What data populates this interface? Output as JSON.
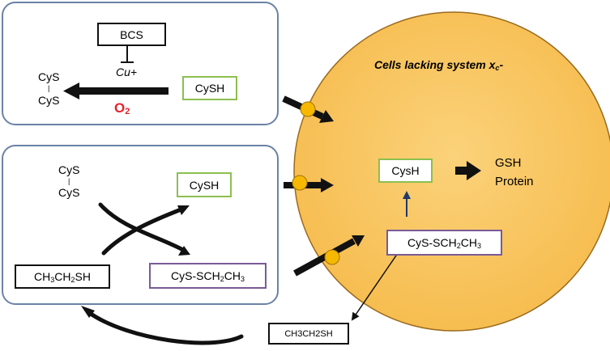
{
  "cell": {
    "title_main": "Cells lacking system x",
    "title_sub": "c",
    "title_end": "-",
    "cysh": "CysH",
    "gsh": "GSH",
    "protein": "Protein",
    "cys_s_ethyl": [
      "CyS-SCH",
      "2",
      "CH",
      "3"
    ]
  },
  "panel_top": {
    "bcs": "BCS",
    "cu": "Cu+",
    "cys_top": "CyS",
    "cys_bond": "|",
    "cys_bottom": "CyS",
    "o2": "O",
    "o2_sub": "2",
    "cysh": "CySH"
  },
  "panel_bottom": {
    "cys_top": "CyS",
    "cys_bond": "|",
    "cys_bottom": "CyS",
    "cysh": "CySH",
    "ethanethiol": [
      "CH",
      "3",
      "CH",
      "2",
      "SH"
    ],
    "cys_s_ethyl": [
      "CyS-SCH",
      "2",
      "CH",
      "3"
    ]
  },
  "outside": {
    "ethanethiol": "CH3CH2SH"
  },
  "colors": {
    "cell_fill": "#f8c25c",
    "panel_border": "#6b82a6",
    "o2_red": "#e8212a",
    "transporter": "#f6b800",
    "box_green": "#8cbf4f",
    "box_purple": "#7a5a96"
  }
}
